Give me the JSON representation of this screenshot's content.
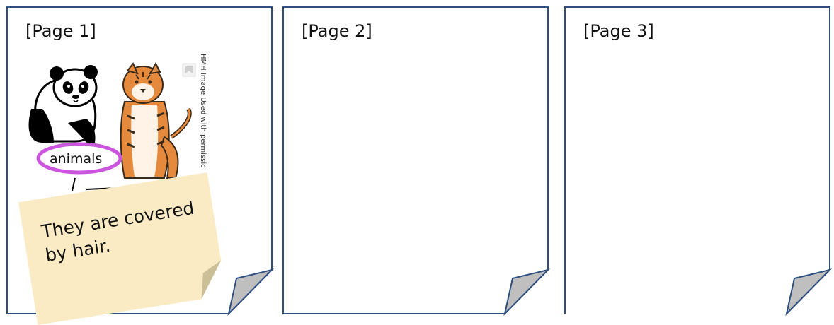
{
  "pages": [
    {
      "label": "[Page 1]"
    },
    {
      "label": "[Page 2]"
    },
    {
      "label": "[Page 3]"
    }
  ],
  "illustration": {
    "credit": "HMH Image Used with permissic",
    "circled_word": "animals",
    "circle_color": "#cc55dd"
  },
  "sticky_note": {
    "text": "They are covered by hair.",
    "color": "#faebc4"
  },
  "colors": {
    "frame": "#2f4f80",
    "fold": "#bfbfbf"
  }
}
